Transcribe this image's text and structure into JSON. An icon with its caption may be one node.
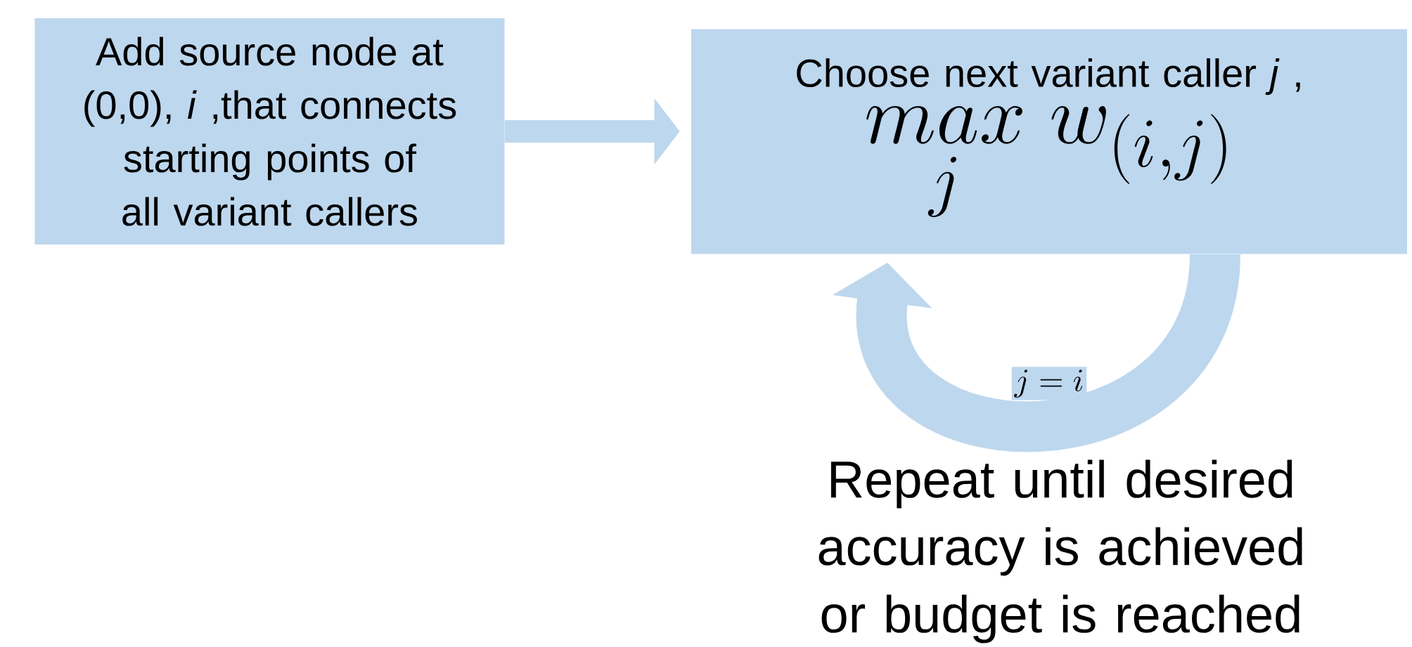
{
  "diagram": {
    "nodes": [
      {
        "text": [
          "Add source node at (0,0), *i* ,that connects starting points of all variant callers"
        ]
      },
      {
        "text": [
          "Choose next variant caller *j* ,",
          "\\underset{j}{max}\\; w_{(i,j)}"
        ]
      }
    ],
    "edges": [
      {
        "from": 0,
        "to": 1,
        "arrow": "to"
      },
      {
        "from": 1,
        "to": 1,
        "arrow": "to",
        "label": "j=i",
        "style": "thick"
      }
    ],
    "labels": [
      "Repeat until desired accuracy is achieved or budget is reached"
    ]
  }
}
